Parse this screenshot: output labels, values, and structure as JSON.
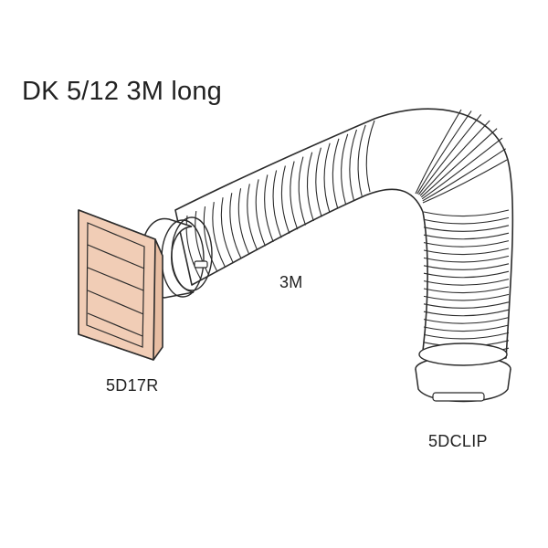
{
  "diagram": {
    "title": "DK 5/12 3M long",
    "labels": {
      "hose": "3M",
      "grille": "5D17R",
      "clip": "5DCLIP"
    },
    "colors": {
      "outline": "#2b2b2b",
      "grille_fill": "#f1cdb6",
      "hose_fill": "#ffffff"
    }
  }
}
